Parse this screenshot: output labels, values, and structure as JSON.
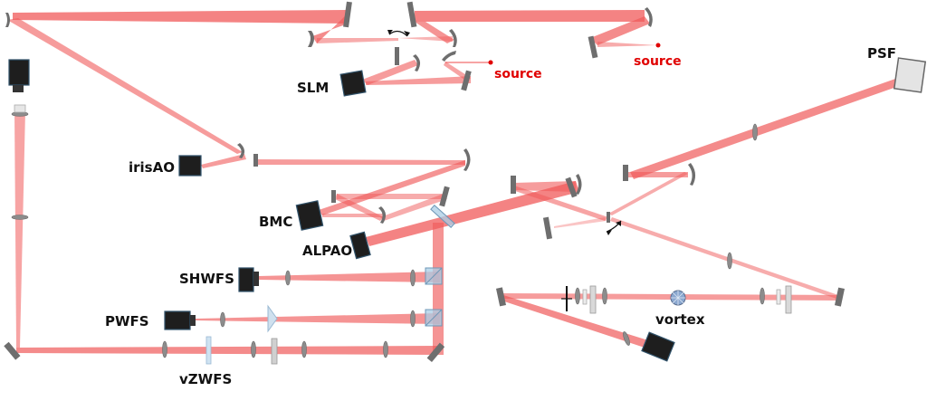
{
  "labels": {
    "slm": "SLM",
    "source1": "source",
    "source2": "source",
    "psf": "PSF",
    "irisao": "irisAO",
    "bmc": "BMC",
    "alpao": "ALPAO",
    "shwfs": "SHWFS",
    "pwfs": "PWFS",
    "vzwfs": "vZWFS",
    "vortex": "vortex"
  },
  "colors": {
    "beam": "#f05a5a",
    "source": "#e00000",
    "device": "#1e1e1e",
    "mirror": "#6e6e6e",
    "beamsplitter": "#a9cde6"
  },
  "icons": [
    "concave-mirror-icon",
    "flat-mirror-icon",
    "lens-icon",
    "camera-icon",
    "beamsplitter-icon",
    "prism-icon",
    "rotation-arrow-icon",
    "source-point-icon",
    "vortex-mask-icon"
  ]
}
